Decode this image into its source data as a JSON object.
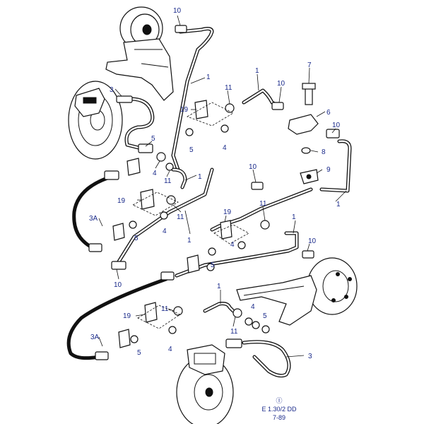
{
  "labels": {
    "n1": "1",
    "n3": "3",
    "n3a": "3A",
    "n4": "4",
    "n5": "5",
    "n6": "6",
    "n7": "7",
    "n8": "8",
    "n9": "9",
    "n10": "10",
    "n11": "11",
    "n19": "19"
  },
  "footer": {
    "symbol": "Ⓘ",
    "code": "E 1.30/2 DD",
    "date": "7-89"
  }
}
